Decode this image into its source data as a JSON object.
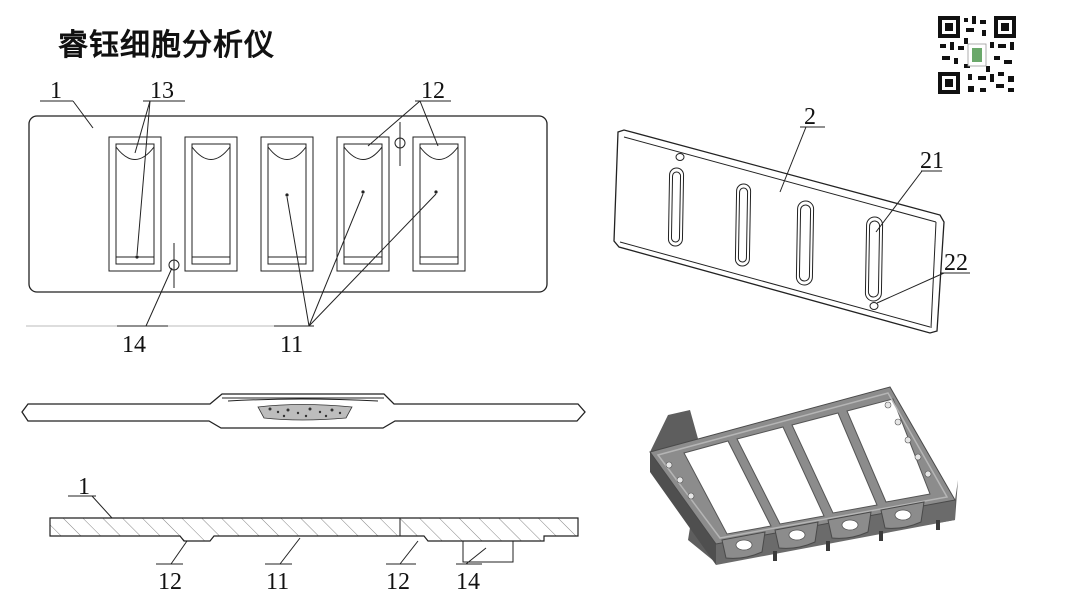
{
  "title": "睿钰细胞分析仪",
  "qr_code": {
    "icon": "qr-code-icon"
  },
  "top_plan_view": {
    "labels": {
      "plate": "1",
      "well": "11",
      "recess": "12",
      "groove": "13",
      "hole": "14"
    }
  },
  "cover_plate_view": {
    "labels": {
      "cover": "2",
      "slot": "21",
      "pin": "22"
    }
  },
  "section_view": {
    "labels": {
      "plate": "1",
      "recess_left": "12",
      "well": "11",
      "recess_right": "12",
      "hole": "14"
    }
  },
  "frame_3d": {
    "icon": "frame-holder-3d-icon"
  },
  "colors": {
    "line": "#222222",
    "frame_gray": "#8c8c8c",
    "frame_dark": "#5e5e5e"
  }
}
